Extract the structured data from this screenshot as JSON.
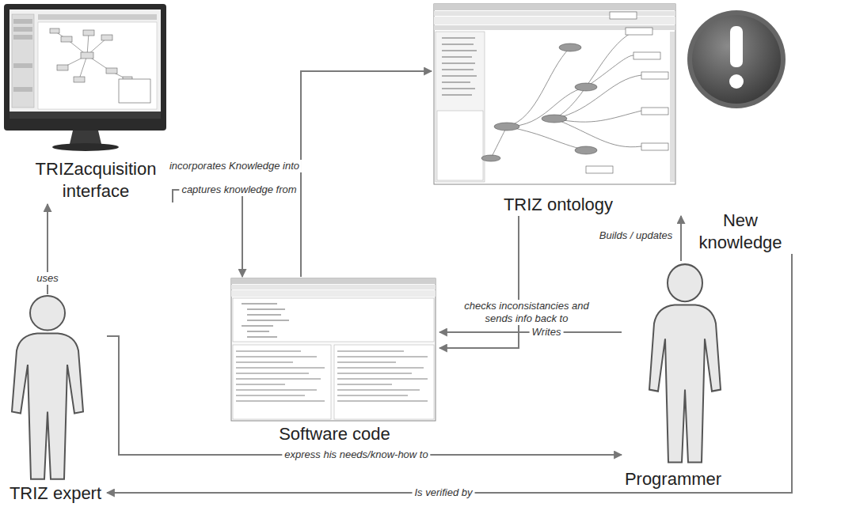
{
  "diagram": {
    "nodes": [
      {
        "text": [
          "TRIZacquisition interface"
        ]
      },
      {
        "text": [
          "TRIZ ontology"
        ]
      },
      {
        "text": [
          "New knowledge"
        ]
      },
      {
        "text": [
          "Software code"
        ]
      },
      {
        "text": [
          "TRIZ expert"
        ]
      },
      {
        "text": [
          "Programmer"
        ]
      }
    ],
    "edges": [
      {
        "from": 4,
        "to": 0,
        "label": "uses",
        "arrow": "to"
      },
      {
        "from": 0,
        "to": 3,
        "label": "captures knowledge from",
        "arrow": "to"
      },
      {
        "from": 3,
        "to": 1,
        "label": "incorporates Knowledge into",
        "arrow": "to"
      },
      {
        "from": 1,
        "to": 3,
        "label": "checks inconsistancies and sends info back to",
        "arrow": "to"
      },
      {
        "from": 5,
        "to": 1,
        "label": "Builds / updates",
        "arrow": "to"
      },
      {
        "from": 5,
        "to": 3,
        "label": "Writes",
        "arrow": "to"
      },
      {
        "from": 4,
        "to": 5,
        "label": "express his needs/know-how to",
        "arrow": "to"
      },
      {
        "from": 2,
        "to": 4,
        "label": "Is verified by",
        "arrow": "to"
      }
    ]
  }
}
